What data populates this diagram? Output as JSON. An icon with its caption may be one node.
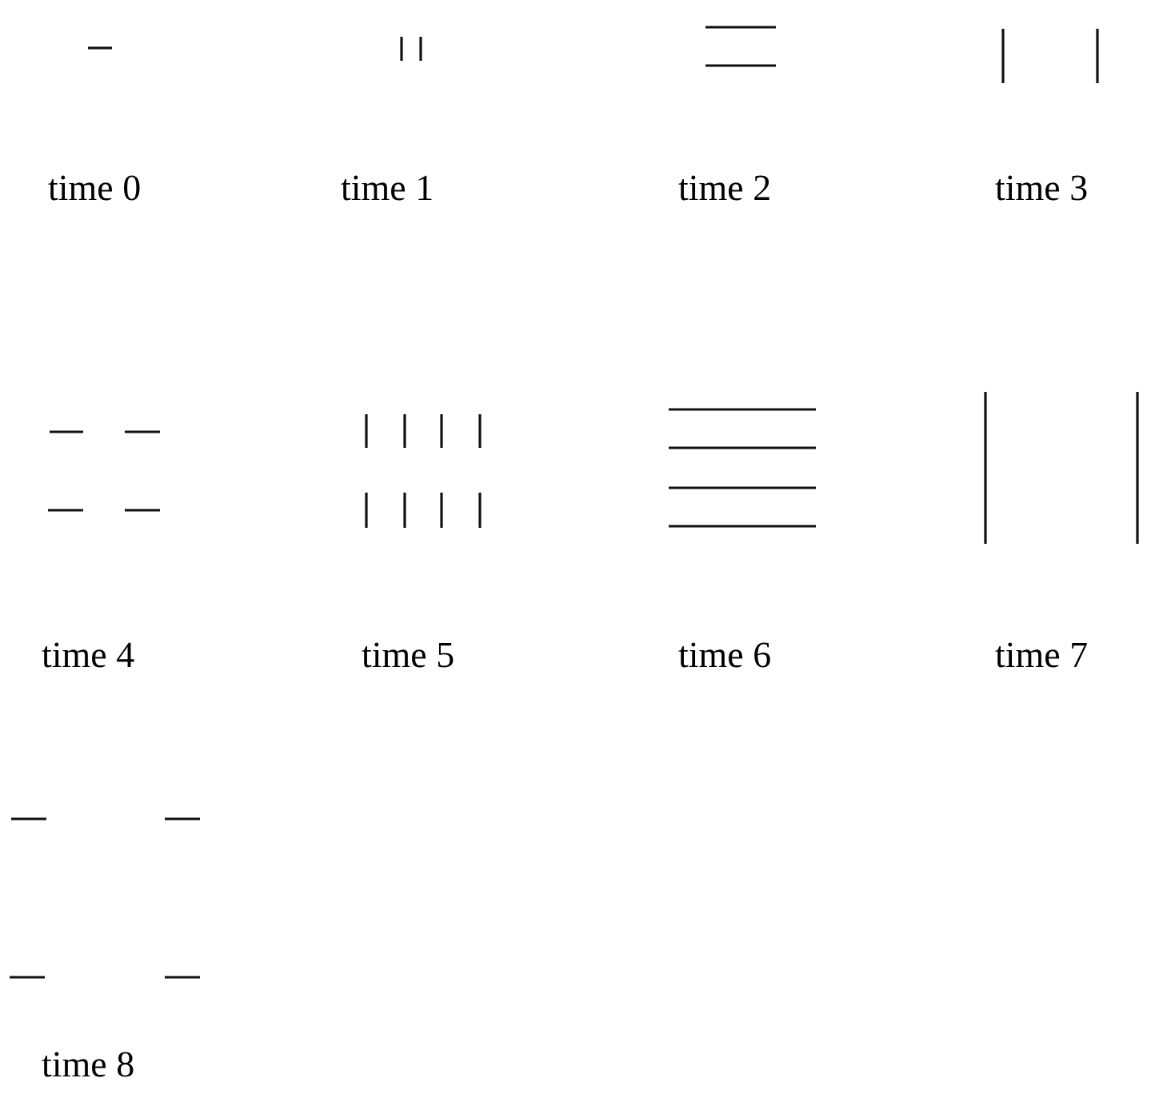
{
  "diagram": {
    "labels": [
      "time 0",
      "time 1",
      "time 2",
      "time 3",
      "time 4",
      "time 5",
      "time 6",
      "time 7",
      "time 8"
    ]
  }
}
